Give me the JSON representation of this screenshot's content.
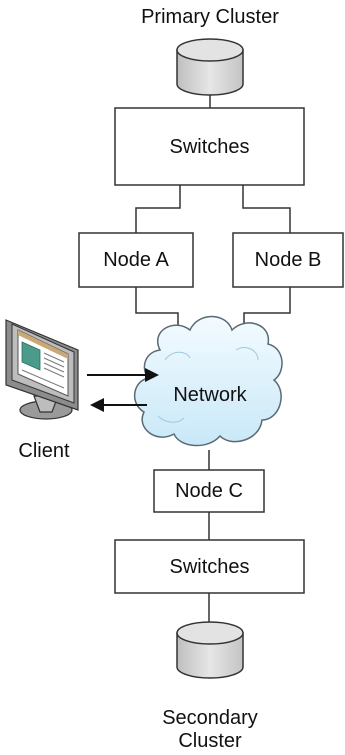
{
  "diagram": {
    "primary_label": "Primary Cluster",
    "switches_top_label": "Switches",
    "node_a_label": "Node A",
    "node_b_label": "Node B",
    "network_label": "Network",
    "client_label": "Client",
    "node_c_label": "Node C",
    "switches_bottom_label": "Switches",
    "secondary_label_line1": "Secondary",
    "secondary_label_line2": "Cluster"
  },
  "colors": {
    "cloud_fill": "#dff1fb",
    "cloud_stroke": "#5a6a74",
    "disk_fill": "#d9d9d9",
    "monitor_frame": "#bdbdbd",
    "screen_panel": "#4a9b8a"
  }
}
